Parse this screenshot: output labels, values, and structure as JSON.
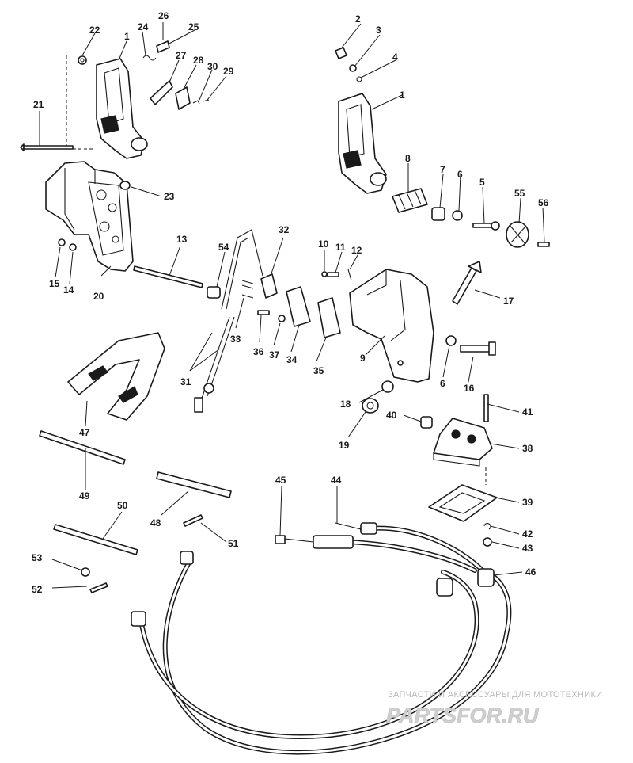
{
  "diagram": {
    "callouts": [
      "1",
      "1",
      "2",
      "3",
      "4",
      "5",
      "6",
      "6",
      "7",
      "8",
      "9",
      "10",
      "11",
      "12",
      "13",
      "14",
      "15",
      "16",
      "17",
      "18",
      "19",
      "20",
      "21",
      "22",
      "23",
      "24",
      "25",
      "26",
      "27",
      "28",
      "29",
      "30",
      "31",
      "32",
      "33",
      "34",
      "35",
      "36",
      "37",
      "38",
      "39",
      "40",
      "41",
      "42",
      "43",
      "44",
      "45",
      "46",
      "47",
      "48",
      "49",
      "50",
      "51",
      "52",
      "53",
      "54",
      "55",
      "56"
    ]
  },
  "watermark": {
    "tagline": "ЗАПЧАСТИ И АКСЕССУАРЫ ДЛЯ МОТОТЕХНИКИ",
    "logo": "PARTSFOR.RU"
  }
}
